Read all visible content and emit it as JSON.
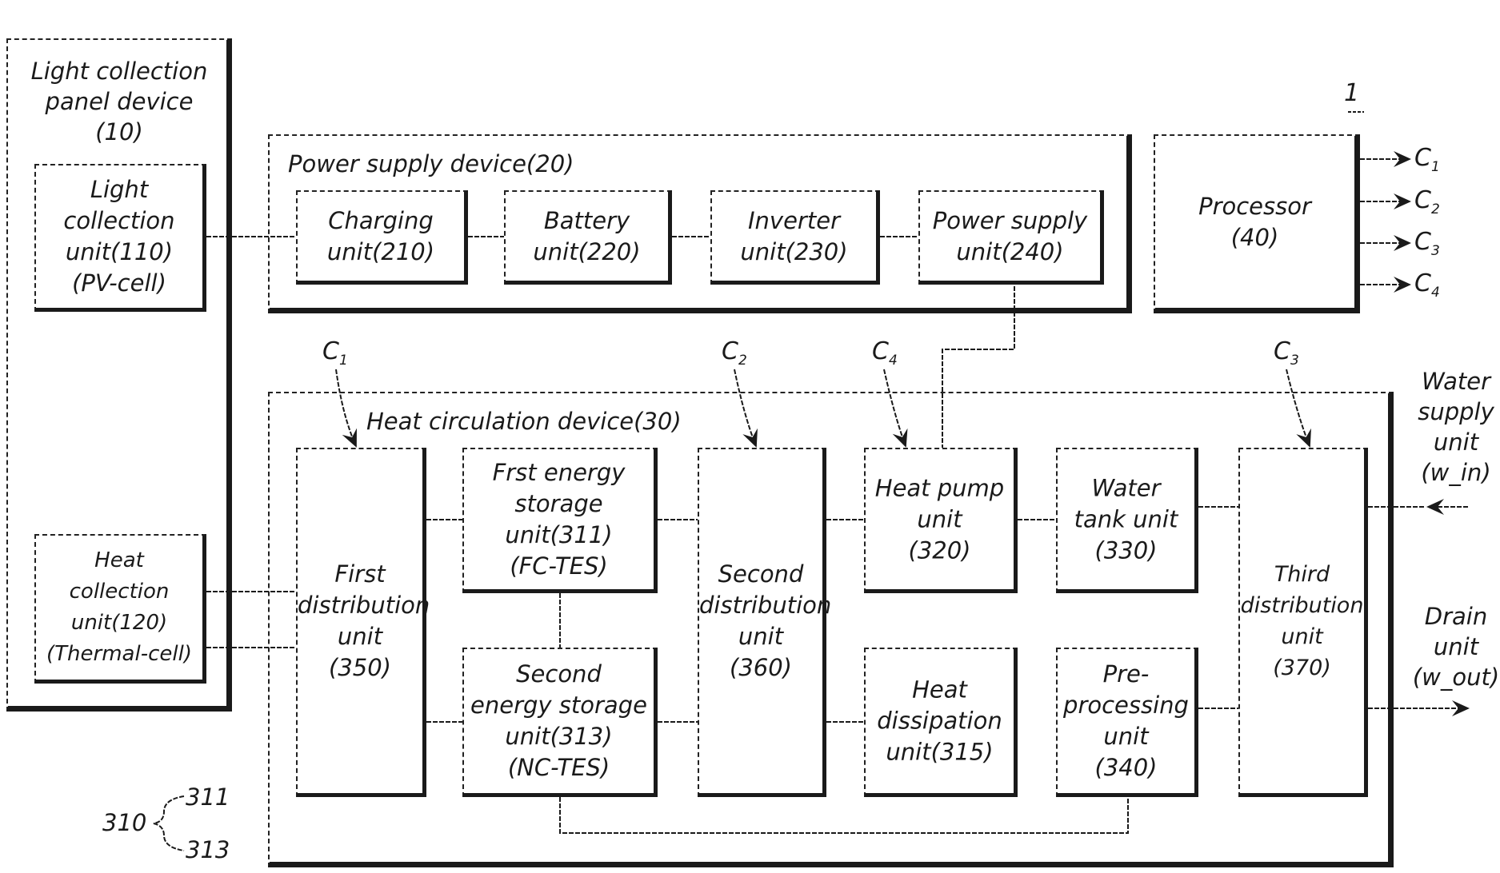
{
  "figure_ref": "1",
  "light_panel": {
    "title": [
      "Light collection",
      "panel device",
      "(10)"
    ],
    "light_unit": [
      "Light",
      "collection",
      "unit(110)",
      "(PV-cell)"
    ],
    "heat_unit": [
      "Heat",
      "collection",
      "unit(120)",
      "(Thermal-cell)"
    ]
  },
  "power_supply": {
    "title": "Power supply device(20)",
    "units": [
      [
        "Charging",
        "unit(210)"
      ],
      [
        "Battery",
        "unit(220)"
      ],
      [
        "Inverter",
        "unit(230)"
      ],
      [
        "Power supply",
        "unit(240)"
      ]
    ]
  },
  "processor": {
    "label": [
      "Processor",
      "(40)"
    ],
    "outputs": [
      {
        "base": "C",
        "sub": "1"
      },
      {
        "base": "C",
        "sub": "2"
      },
      {
        "base": "C",
        "sub": "3"
      },
      {
        "base": "C",
        "sub": "4"
      }
    ]
  },
  "heat_circulation": {
    "title": "Heat circulation device(30)",
    "first_distribution": [
      "First",
      "distribution",
      "unit",
      "(350)"
    ],
    "first_storage": [
      "Frst energy",
      "storage",
      "unit(311)",
      "(FC-TES)"
    ],
    "second_storage": [
      "Second",
      "energy storage",
      "unit(313)",
      "(NC-TES)"
    ],
    "second_distribution": [
      "Second",
      "distribution",
      "unit",
      "(360)"
    ],
    "heat_pump": [
      "Heat pump",
      "unit",
      "(320)"
    ],
    "water_tank": [
      "Water",
      "tank unit",
      "(330)"
    ],
    "heat_dissipation": [
      "Heat",
      "dissipation",
      "unit(315)"
    ],
    "preprocessing": [
      "Pre-",
      "processing",
      "unit",
      "(340)"
    ],
    "third_distribution": [
      "Third",
      "distribution",
      "unit",
      "(370)"
    ],
    "control_inputs": {
      "first_distribution": {
        "base": "C",
        "sub": "1"
      },
      "second_distribution": {
        "base": "C",
        "sub": "2"
      },
      "heat_pump": {
        "base": "C",
        "sub": "4"
      },
      "third_distribution": {
        "base": "C",
        "sub": "3"
      }
    }
  },
  "external": {
    "water_supply": [
      "Water",
      "supply",
      "unit",
      "(w_in)"
    ],
    "water_supply_sub": "in",
    "drain": [
      "Drain",
      "unit",
      "(w_out)"
    ],
    "drain_sub": "out"
  },
  "legend": {
    "group": "310",
    "members": [
      "311",
      "313"
    ]
  }
}
